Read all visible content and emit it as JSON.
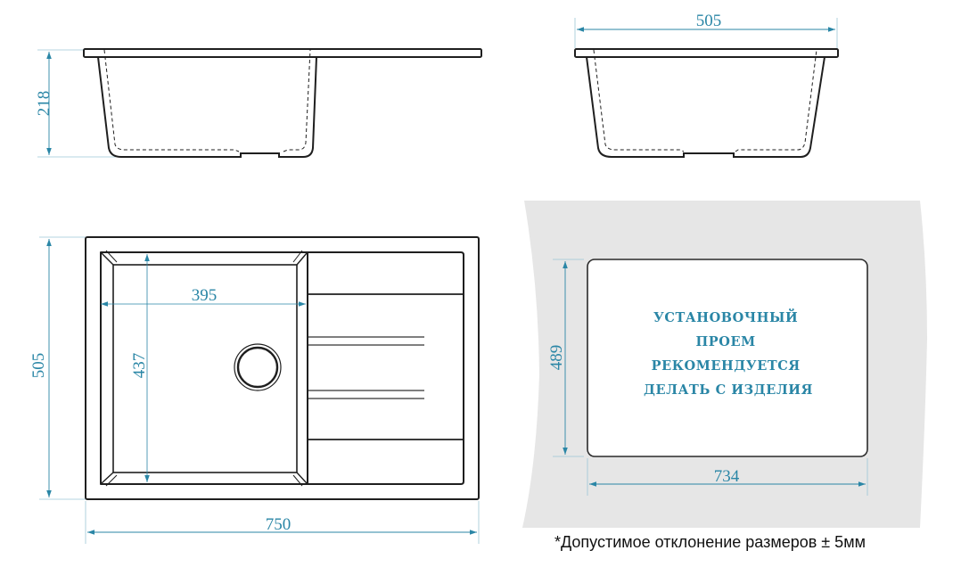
{
  "colors": {
    "outline": "#1f1f1f",
    "dimension": "#2a86a6",
    "dimension_line": "#7fb9cf",
    "countertop": "#e6e6e6",
    "background": "#ffffff"
  },
  "side_view": {
    "height_label": "218"
  },
  "front_view": {
    "width_label": "505"
  },
  "top_view": {
    "overall_width_label": "750",
    "overall_depth_label": "505",
    "bowl_width_label": "395",
    "bowl_depth_label": "437",
    "drain": "drain-hole",
    "drainboard_ribs": 2
  },
  "cutout": {
    "width_label": "734",
    "height_label": "489",
    "note_lines": [
      "Установочный",
      "проем",
      "рекомендуется",
      "делать с изделия"
    ]
  },
  "footnote": "*Допустимое отклонение размеров ± 5мм"
}
